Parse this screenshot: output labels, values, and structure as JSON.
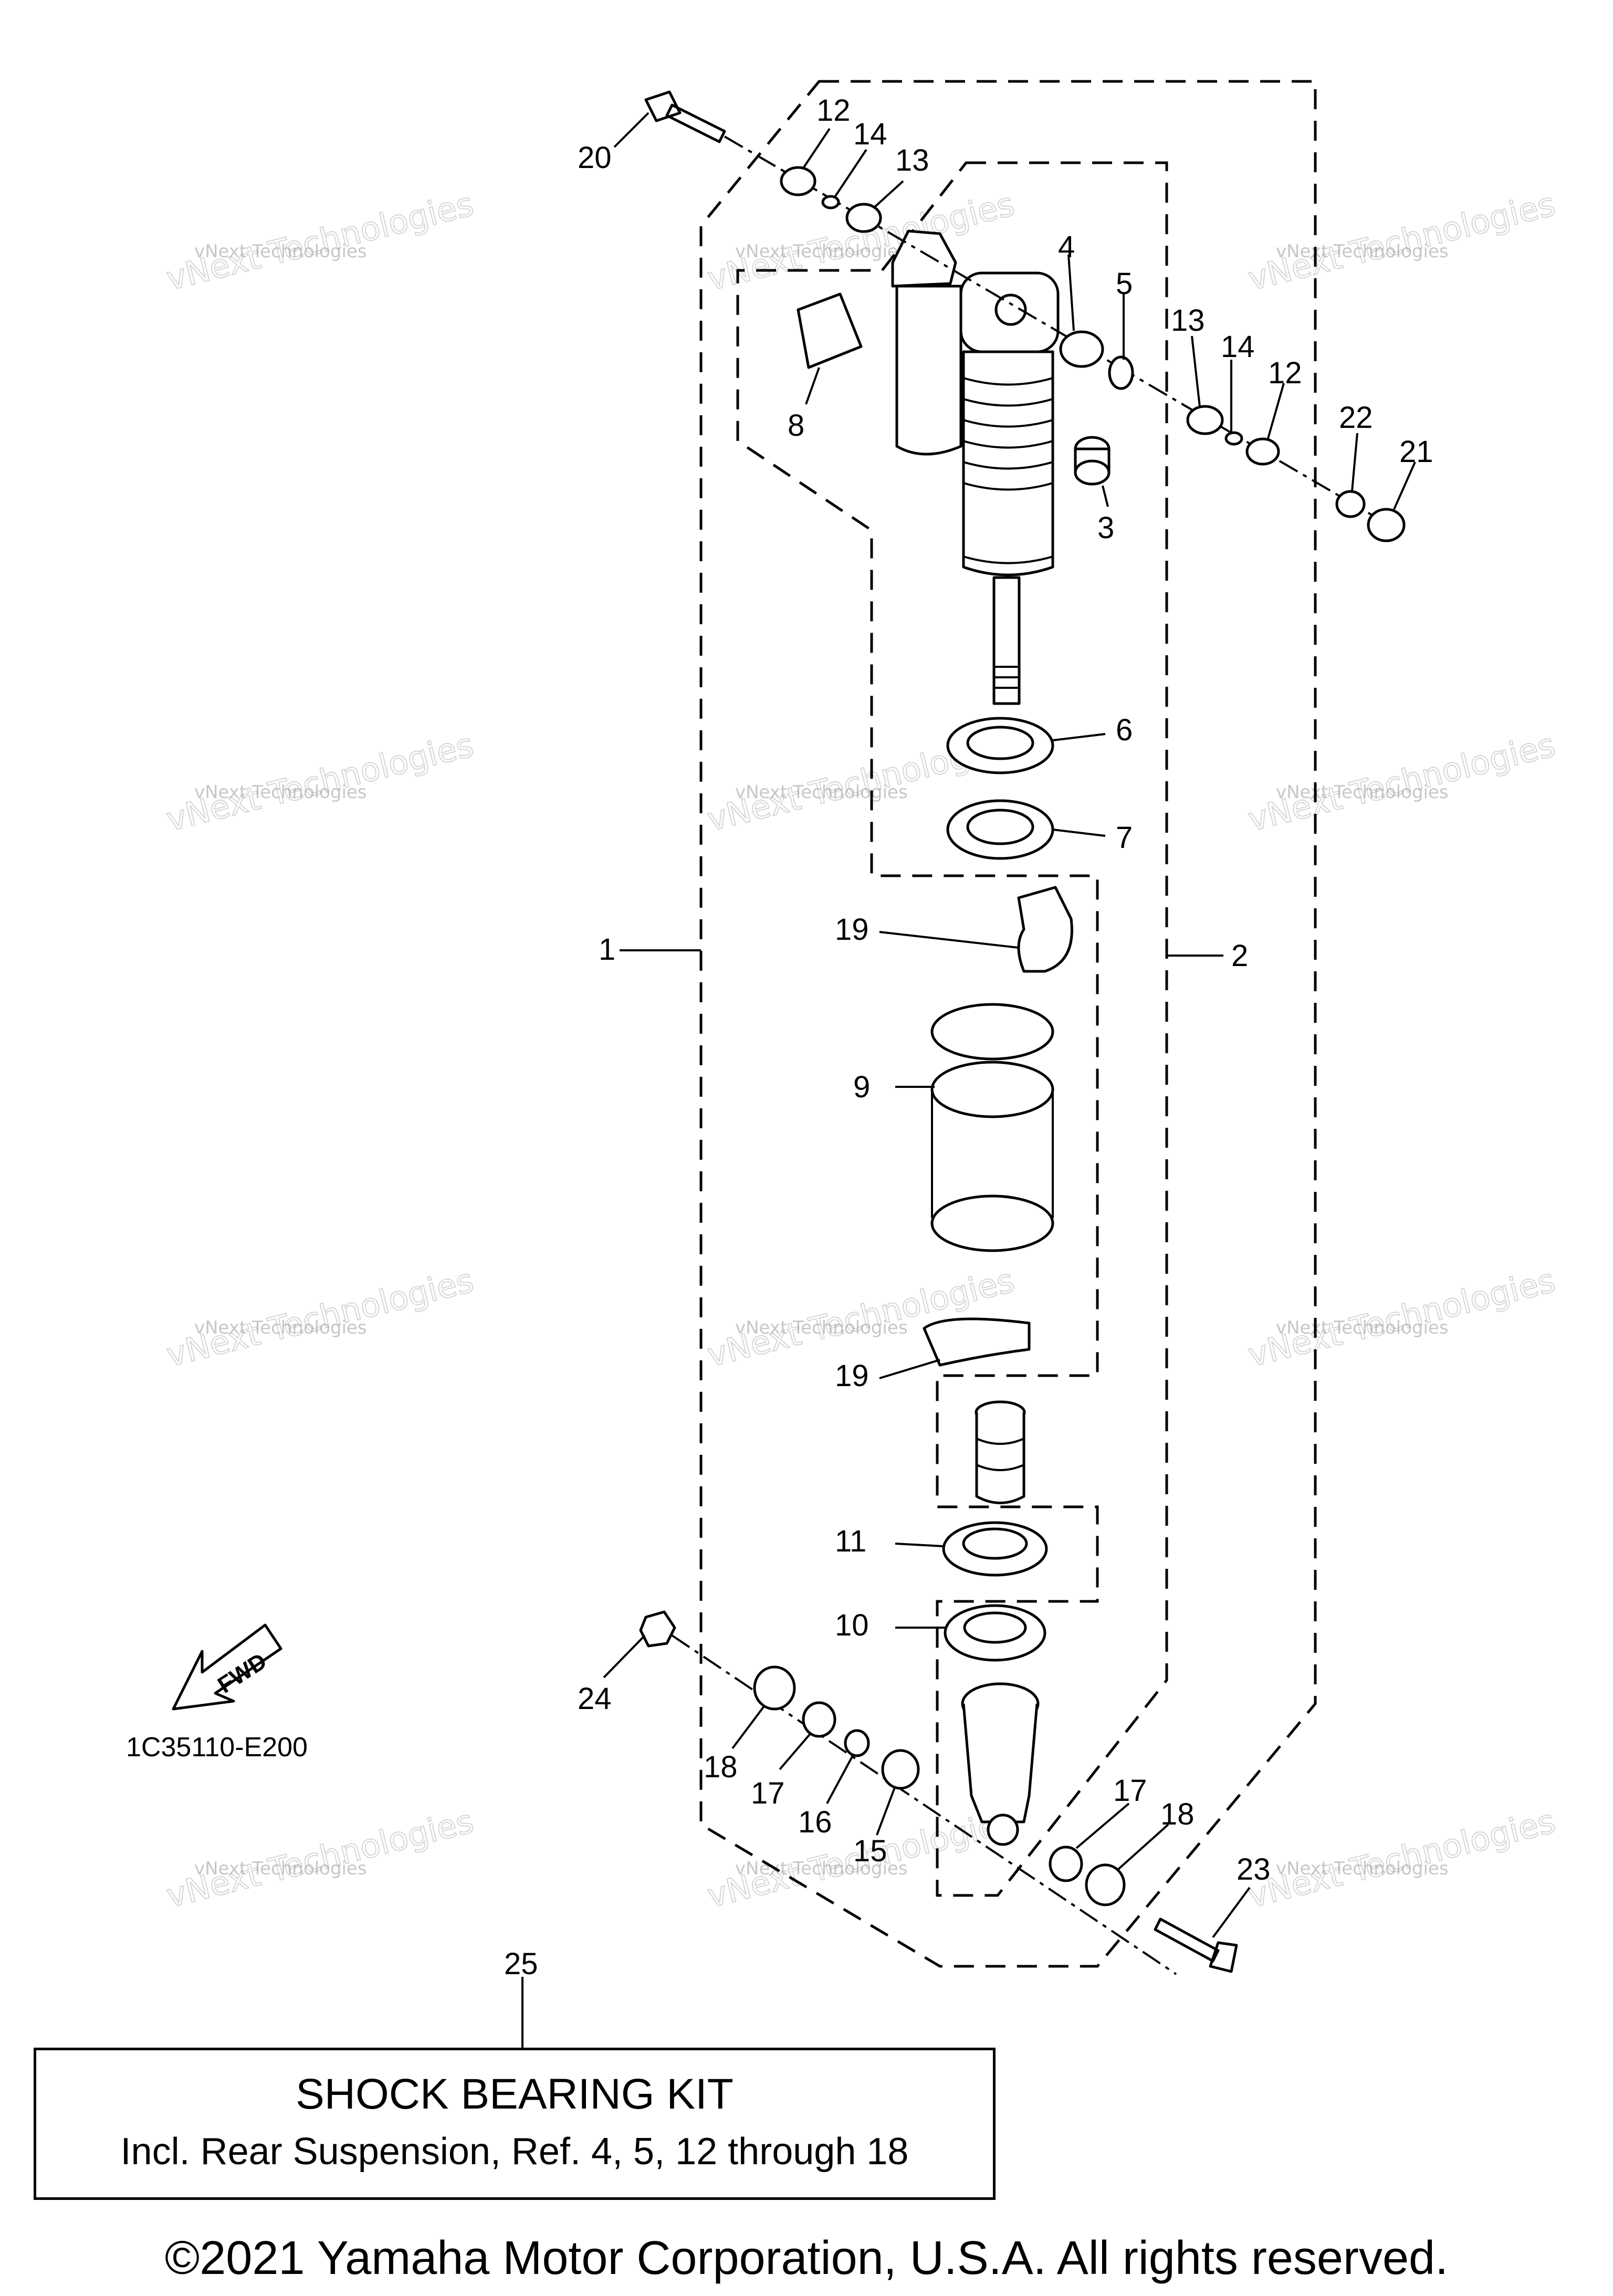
{
  "callouts": [
    {
      "id": "20",
      "label": "20"
    },
    {
      "id": "12a",
      "label": "12"
    },
    {
      "id": "14a",
      "label": "14"
    },
    {
      "id": "13a",
      "label": "13"
    },
    {
      "id": "4",
      "label": "4"
    },
    {
      "id": "5",
      "label": "5"
    },
    {
      "id": "13b",
      "label": "13"
    },
    {
      "id": "14b",
      "label": "14"
    },
    {
      "id": "12b",
      "label": "12"
    },
    {
      "id": "22",
      "label": "22"
    },
    {
      "id": "21",
      "label": "21"
    },
    {
      "id": "8",
      "label": "8"
    },
    {
      "id": "3",
      "label": "3"
    },
    {
      "id": "6",
      "label": "6"
    },
    {
      "id": "7",
      "label": "7"
    },
    {
      "id": "1",
      "label": "1"
    },
    {
      "id": "2",
      "label": "2"
    },
    {
      "id": "19a",
      "label": "19"
    },
    {
      "id": "9",
      "label": "9"
    },
    {
      "id": "19b",
      "label": "19"
    },
    {
      "id": "11",
      "label": "11"
    },
    {
      "id": "10",
      "label": "10"
    },
    {
      "id": "24",
      "label": "24"
    },
    {
      "id": "18a",
      "label": "18"
    },
    {
      "id": "17a",
      "label": "17"
    },
    {
      "id": "16",
      "label": "16"
    },
    {
      "id": "15",
      "label": "15"
    },
    {
      "id": "17b",
      "label": "17"
    },
    {
      "id": "18b",
      "label": "18"
    },
    {
      "id": "23",
      "label": "23"
    },
    {
      "id": "25",
      "label": "25"
    }
  ],
  "fwd_label": "FWD",
  "diagram_code": "1C35110-E200",
  "kit": {
    "title": "SHOCK BEARING KIT",
    "description": "Incl. Rear Suspension, Ref.  4, 5, 12 through 18"
  },
  "copyright": "©2021 Yamaha Motor Corporation, U.S.A. All rights reserved.",
  "watermark": {
    "line1": "vNext Technologies",
    "line2": "vNext Technologies"
  }
}
